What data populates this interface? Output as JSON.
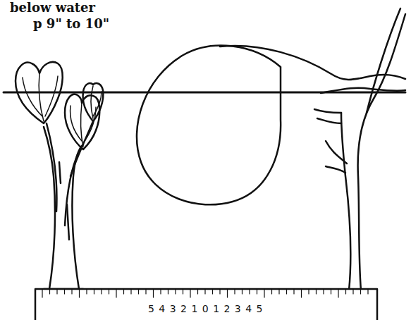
{
  "diagram": {
    "labels": [
      "below water",
      "p 9\" to 10\"",
      "5 4 3 2 1 0 1 2 3 4 5"
    ]
  }
}
